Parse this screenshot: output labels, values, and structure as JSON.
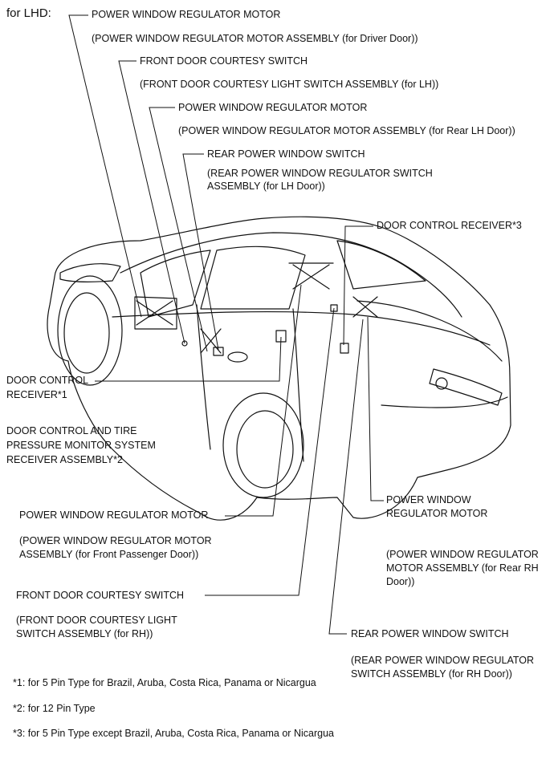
{
  "header": {
    "title": "for LHD:"
  },
  "labels": {
    "pwr_motor_driver": "POWER WINDOW REGULATOR MOTOR",
    "pwr_motor_driver_sub": "(POWER WINDOW REGULATOR MOTOR ASSEMBLY (for Driver Door))",
    "front_courtesy_lh": "FRONT DOOR COURTESY SWITCH",
    "front_courtesy_lh_sub": "(FRONT DOOR COURTESY LIGHT SWITCH ASSEMBLY (for LH))",
    "pwr_motor_rear_lh": "POWER WINDOW REGULATOR MOTOR",
    "pwr_motor_rear_lh_sub": "(POWER WINDOW REGULATOR MOTOR ASSEMBLY (for Rear LH Door))",
    "rear_switch_lh": "REAR POWER WINDOW SWITCH",
    "rear_switch_lh_sub1": "(REAR POWER WINDOW REGULATOR SWITCH",
    "rear_switch_lh_sub2": "ASSEMBLY (for LH Door))",
    "door_ctrl_receiver3": "DOOR CONTROL RECEIVER*3",
    "door_ctrl_receiver1_l1": "DOOR CONTROL",
    "door_ctrl_receiver1_l2": "RECEIVER*1",
    "tpms_l1": "DOOR CONTROL AND TIRE",
    "tpms_l2": "PRESSURE MONITOR SYSTEM",
    "tpms_l3": "RECEIVER ASSEMBLY*2",
    "pwr_motor_rear_rh_l1": "POWER WINDOW",
    "pwr_motor_rear_rh_l2": "REGULATOR MOTOR",
    "pwr_motor_rear_rh_sub1": "(POWER WINDOW REGULATOR",
    "pwr_motor_rear_rh_sub2": "MOTOR ASSEMBLY (for Rear RH",
    "pwr_motor_rear_rh_sub3": "Door))",
    "pwr_motor_front_pass": "POWER WINDOW REGULATOR MOTOR",
    "pwr_motor_front_pass_sub1": "(POWER WINDOW REGULATOR MOTOR",
    "pwr_motor_front_pass_sub2": "ASSEMBLY (for Front Passenger Door))",
    "front_courtesy_rh": "FRONT DOOR COURTESY SWITCH",
    "front_courtesy_rh_sub1": "(FRONT DOOR COURTESY LIGHT",
    "front_courtesy_rh_sub2": "SWITCH ASSEMBLY (for RH))",
    "rear_switch_rh": "REAR POWER WINDOW SWITCH",
    "rear_switch_rh_sub1": "(REAR POWER WINDOW REGULATOR",
    "rear_switch_rh_sub2": "SWITCH ASSEMBLY (for RH Door))"
  },
  "footnotes": {
    "note1": "*1: for 5 Pin Type for Brazil, Aruba, Costa Rica, Panama or Nicargua",
    "note2": "*2: for 12 Pin Type",
    "note3": "*3: for 5 Pin Type except Brazil, Aruba, Costa Rica, Panama or Nicargua"
  },
  "colors": {
    "ink": "#111111",
    "background": "#ffffff"
  }
}
